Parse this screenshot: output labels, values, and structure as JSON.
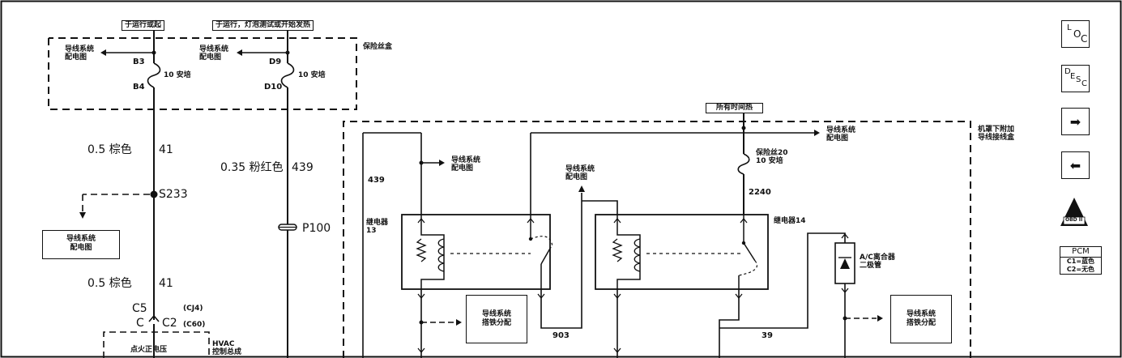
{
  "headers": {
    "run_crank": "于运行或起",
    "run_bulb_crank": "于运行，灯泡测试或开始发热",
    "always_hot": "所有时间热"
  },
  "fuse_block": {
    "label": "保险丝盒",
    "left_ref": "导线系统\n配电图",
    "right_ref": "导线系统\n配电图",
    "pin_b3": "B3",
    "pin_b4": "B4",
    "pin_d9": "D9",
    "pin_d10": "D10",
    "fuse_left_rating": "10 安培",
    "fuse_right_rating": "10 安培"
  },
  "left_wire": {
    "wire1_spec": "0.5 棕色",
    "wire1_circuit": "41",
    "splice": "S233",
    "ref_box": "导线系统\n配电图",
    "wire2_spec": "0.5 棕色",
    "wire2_circuit": "41",
    "conn_c5": "C5",
    "conn_c": "C",
    "conn_c2": "C2",
    "conn_cj4": "(CJ4)",
    "conn_c60": "(C60)",
    "hvac_label": "HVAC\n控制总成",
    "ign_box": "点火正电压"
  },
  "middle_wire": {
    "wire_spec": "0.35 粉红色",
    "wire_circuit": "439",
    "connector": "P100"
  },
  "underhood": {
    "label": "机罩下附加\n导线接线盒",
    "circuit_439": "439",
    "relay13_label": "继电器\n13",
    "relay14_label": "继电器14",
    "ref_a": "导线系统\n配电图",
    "ref_b": "导线系统\n配电图",
    "ref_c": "导线系统\n配电图",
    "fuse20_label": "保险丝20\n10 安培",
    "circuit_2240": "2240",
    "circuit_903": "903",
    "circuit_39": "39",
    "diode_label": "A/C离合器\n二极管",
    "ground_box_left": "导线系统\n搭铁分配",
    "ground_box_right": "导线系统\n搭铁分配"
  },
  "nav": {
    "loc_top": "L",
    "loc_mid": "O",
    "loc_sub": "C",
    "desc_d": "D",
    "desc_e": "E",
    "desc_s": "S",
    "desc_c": "C",
    "next_icon": "➡",
    "prev_icon": "⬅",
    "obd_text": "OBD II"
  },
  "pcm": {
    "title": "PCM",
    "c1": "C1=蓝色",
    "c2": "C2=无色"
  }
}
